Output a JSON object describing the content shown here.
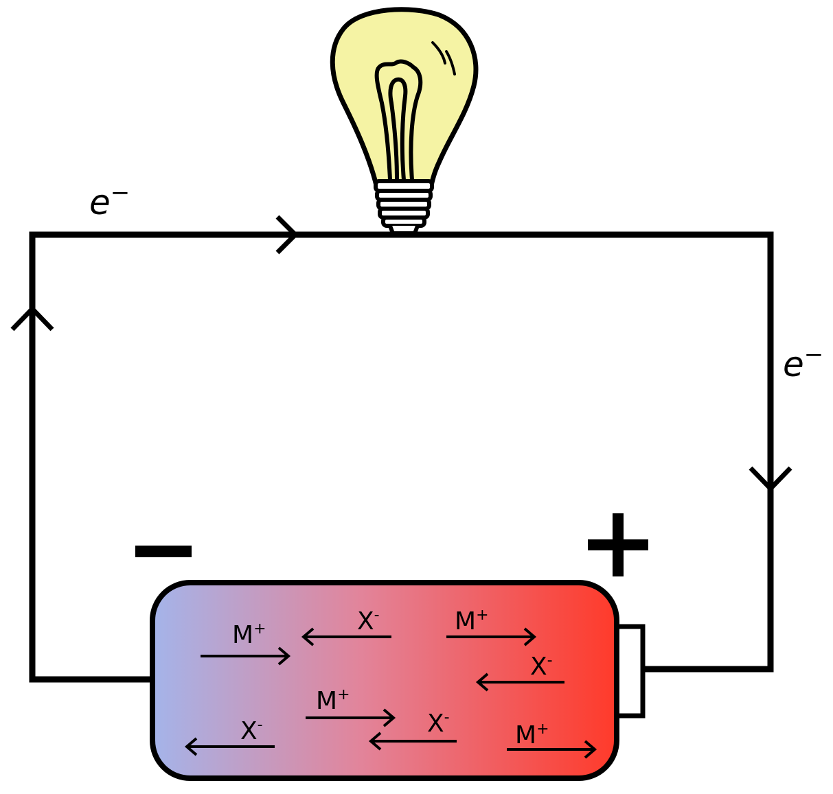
{
  "electron_labels": {
    "top": {
      "base": "e",
      "sup": "−"
    },
    "right": {
      "base": "e",
      "sup": "−"
    }
  },
  "terminals": {
    "negative": "−",
    "positive": "+"
  },
  "ions": [
    {
      "base": "M",
      "sup": "+",
      "direction": "right"
    },
    {
      "base": "X",
      "sup": "-",
      "direction": "left"
    },
    {
      "base": "M",
      "sup": "+",
      "direction": "right"
    },
    {
      "base": "X",
      "sup": "-",
      "direction": "left"
    },
    {
      "base": "M",
      "sup": "+",
      "direction": "right"
    },
    {
      "base": "X",
      "sup": "-",
      "direction": "left"
    },
    {
      "base": "X",
      "sup": "-",
      "direction": "left"
    },
    {
      "base": "M",
      "sup": "+",
      "direction": "right"
    }
  ],
  "colors": {
    "battery_negative_end": "#a4b4ea",
    "battery_positive_end": "#ff3a2a",
    "bulb_glass": "#f5f3a4",
    "wire": "#000000"
  }
}
